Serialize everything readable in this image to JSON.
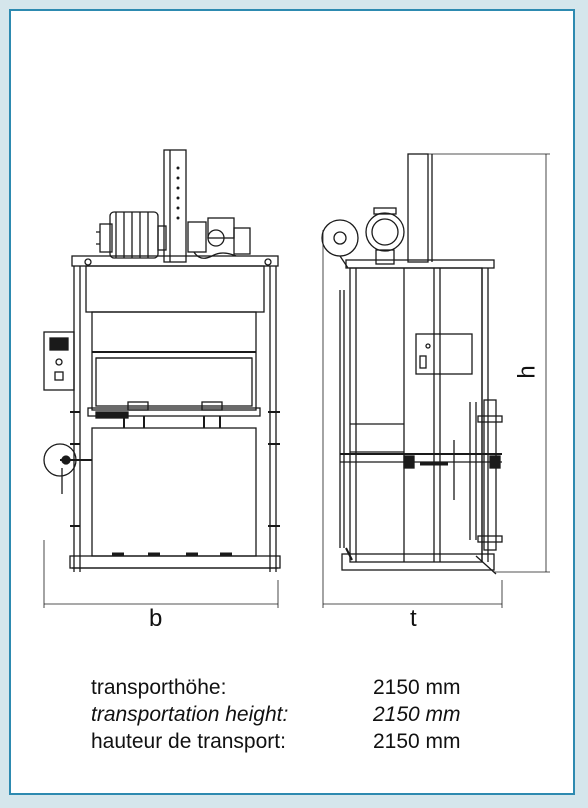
{
  "dimensions": {
    "width_label": "b",
    "depth_label": "t",
    "height_label": "h"
  },
  "specs": [
    {
      "label": "transporthöhe:",
      "value": "2150 mm",
      "italic": false
    },
    {
      "label": "transportation height:",
      "value": "2150 mm",
      "italic": true
    },
    {
      "label": "hauteur de transport:",
      "value": "2150 mm",
      "italic": false
    }
  ],
  "colors": {
    "border": "#2d8ab0",
    "background": "#d5e6ec",
    "line": "#1a1a1a"
  }
}
